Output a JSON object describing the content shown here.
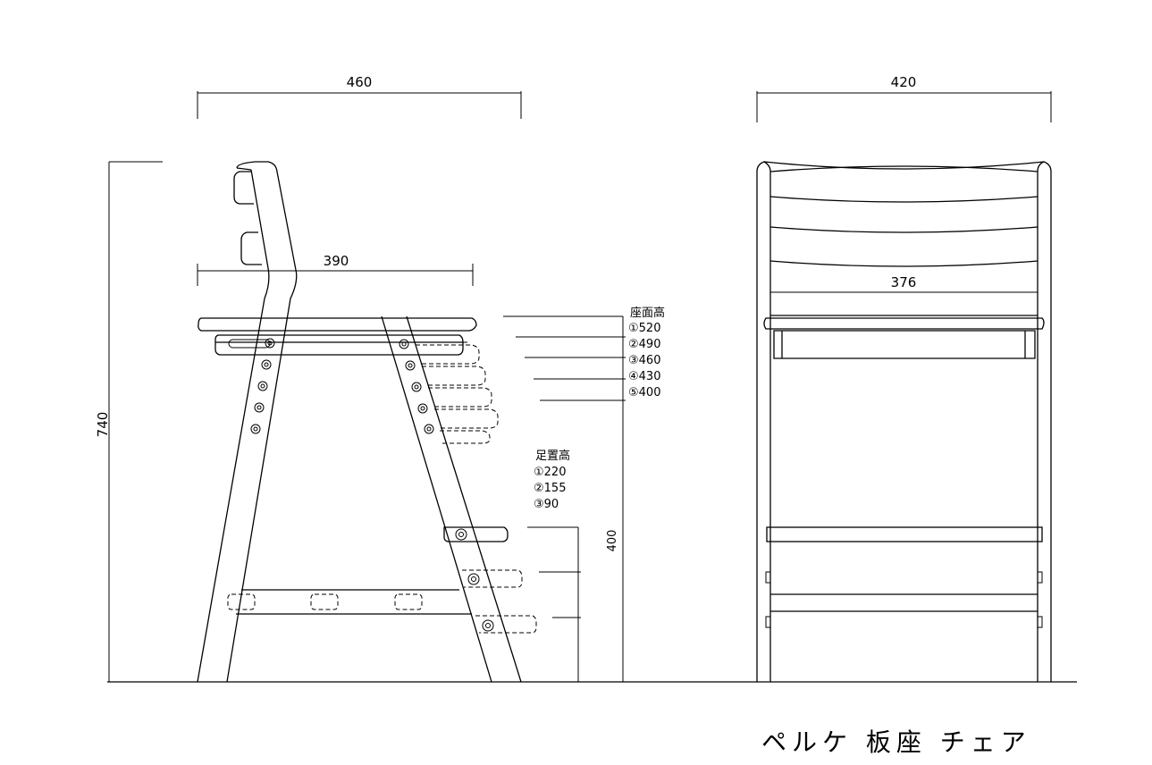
{
  "title": "ペルケ 板座 チェア",
  "dimensions": {
    "side_depth": "460",
    "seat_depth": "390",
    "total_height": "740",
    "front_width": "420",
    "seat_width": "376",
    "leg_height": "400"
  },
  "seat_height": {
    "heading": "座面高",
    "options": [
      "①520",
      "②490",
      "③460",
      "④430",
      "⑤400"
    ]
  },
  "foot_height": {
    "heading": "足置高",
    "options": [
      "①220",
      "②155",
      "③90"
    ]
  }
}
